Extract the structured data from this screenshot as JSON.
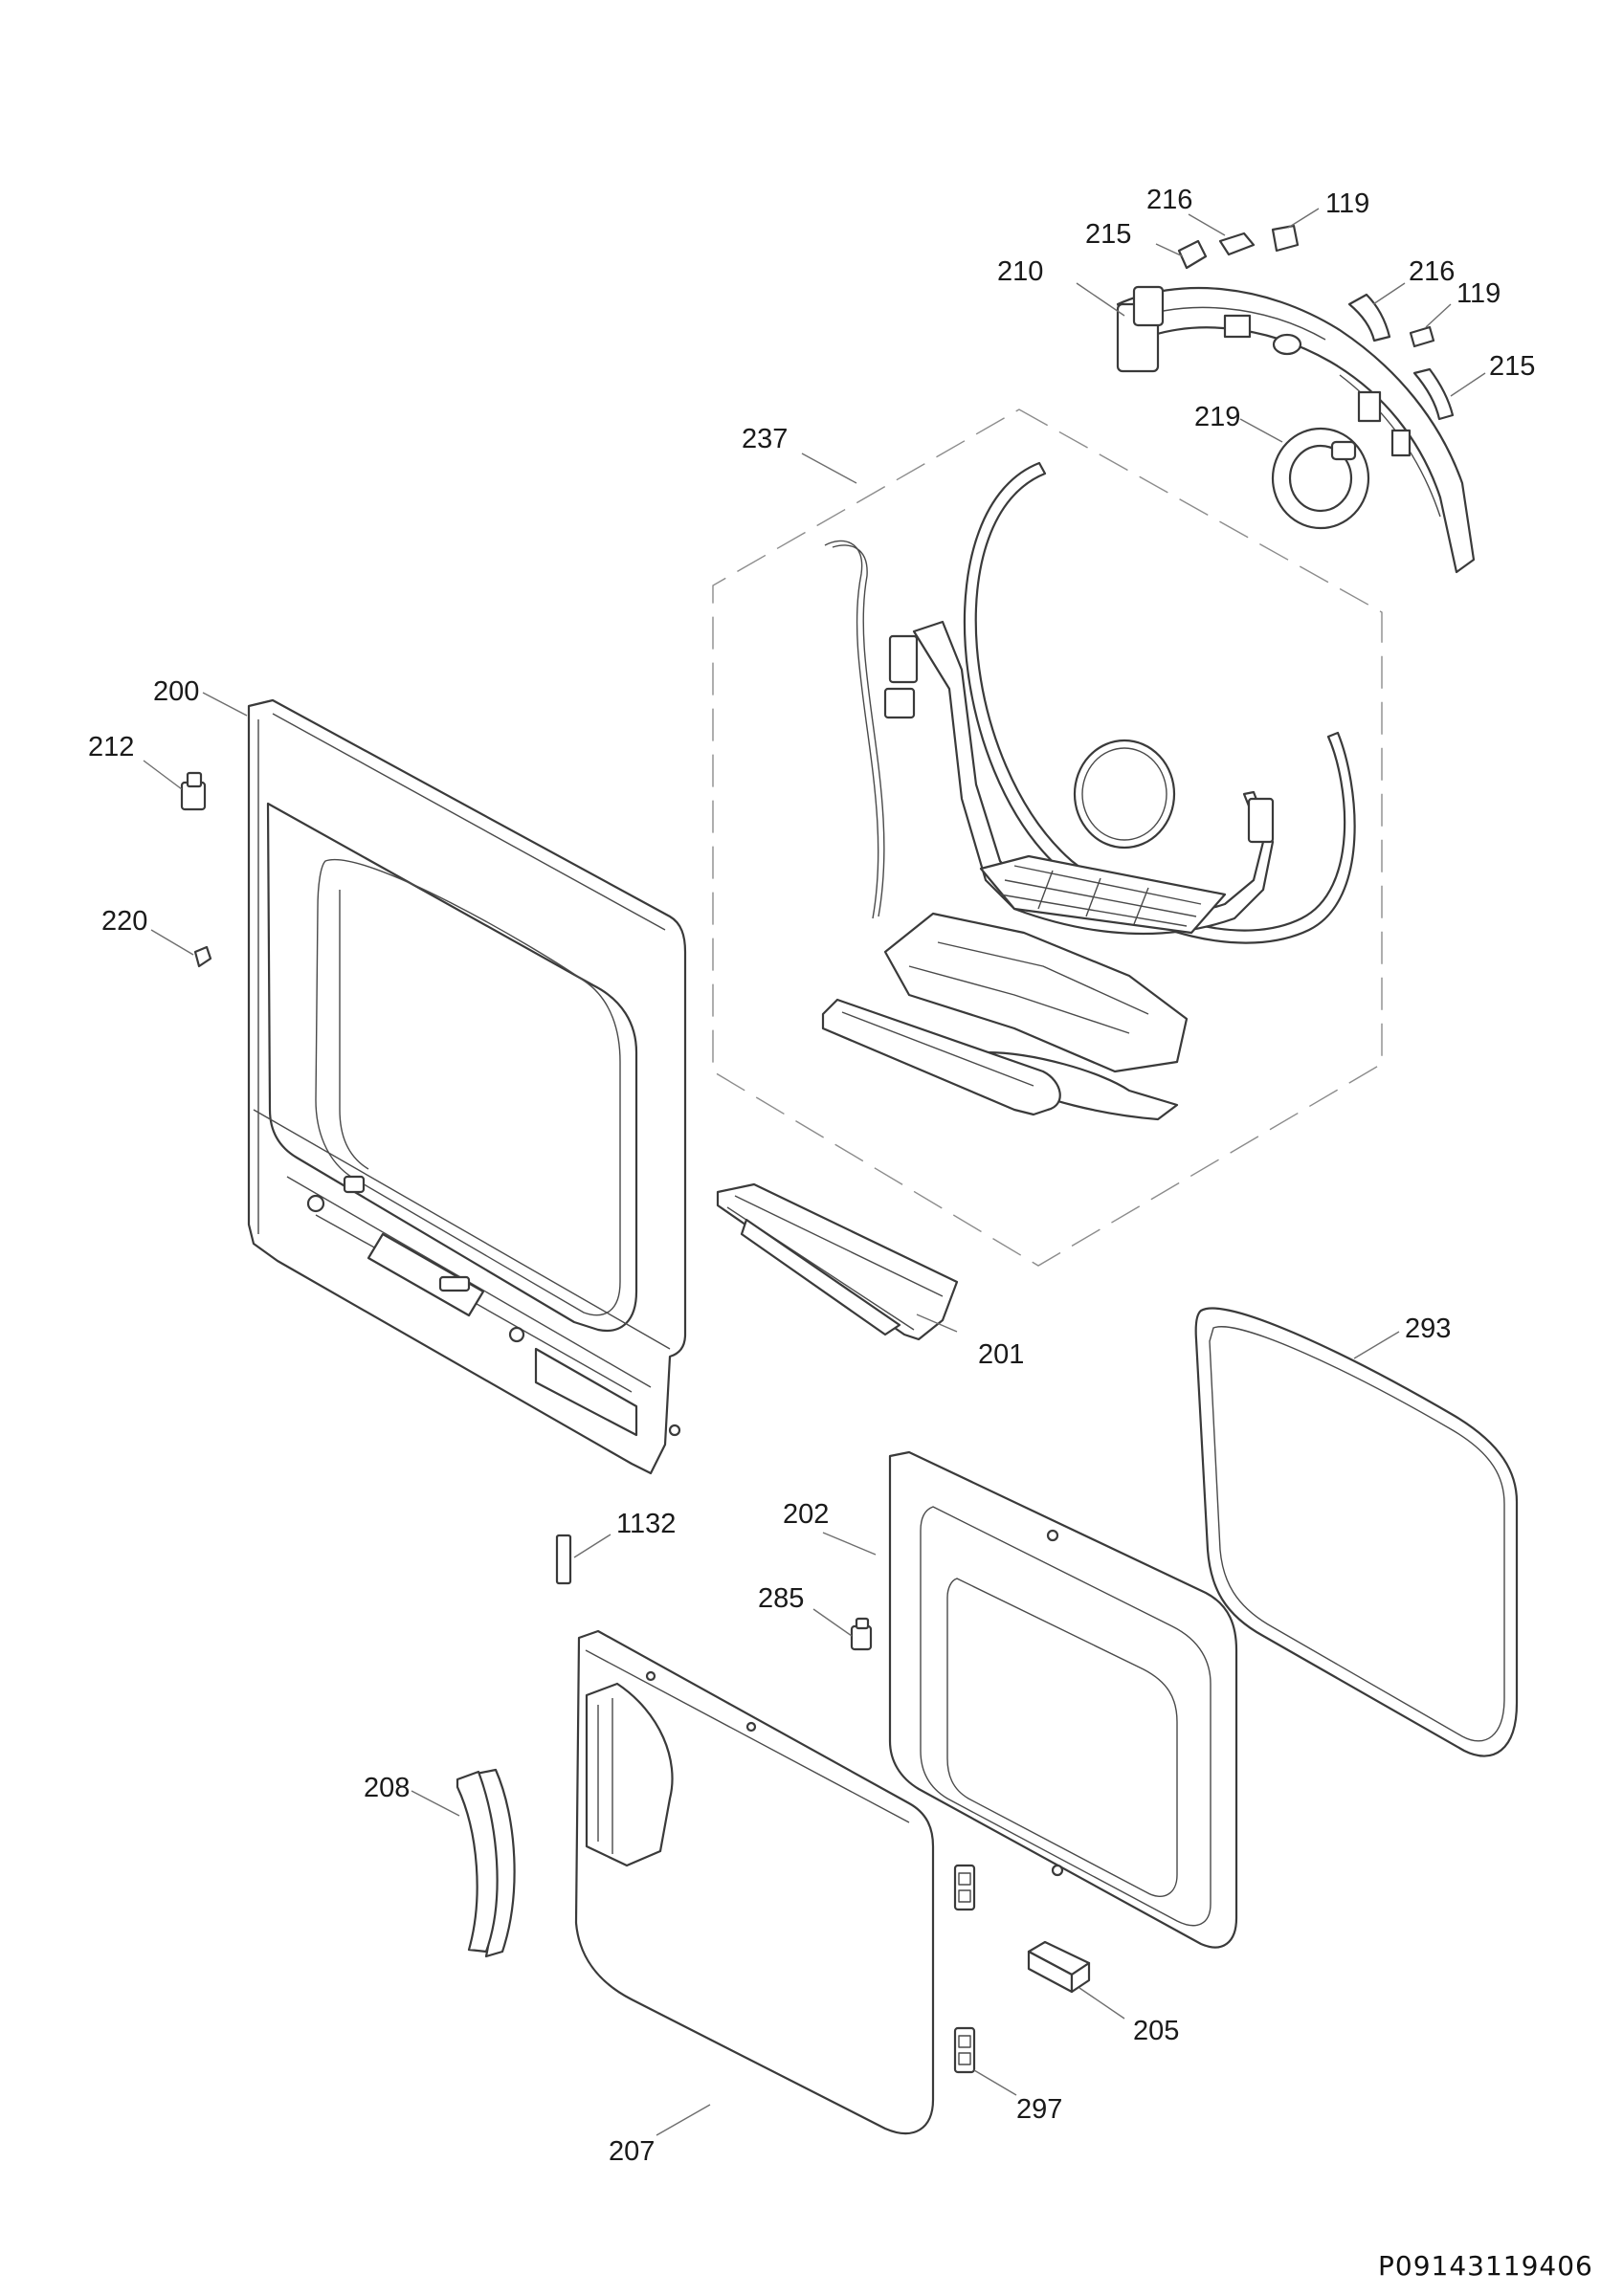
{
  "diagram": {
    "document_code": "P09143119406",
    "labels": {
      "216a": "216",
      "119a": "119",
      "215a": "215",
      "210": "210",
      "216b": "216",
      "119b": "119",
      "215b": "215",
      "219": "219",
      "237": "237",
      "200": "200",
      "212": "212",
      "220": "220",
      "201": "201",
      "293": "293",
      "1132": "1132",
      "202": "202",
      "285": "285",
      "208": "208",
      "205": "205",
      "207": "207",
      "297": "297"
    }
  }
}
